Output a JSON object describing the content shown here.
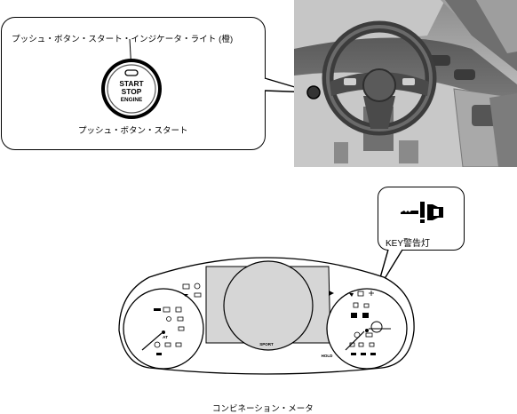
{
  "push_button": {
    "indicator_label": "プッシュ・ボタン・スタート・インジケータ・ライト (橙)",
    "caption": "プッシュ・ボタン・スタート",
    "button_text": [
      "START",
      "STOP",
      "ENGINE"
    ]
  },
  "key_warning": {
    "label": "KEY警告灯"
  },
  "cluster": {
    "caption": "コンビネーション・メータ",
    "sport_text": "SPORT",
    "hold_text": "HOLD",
    "at_text": "AT"
  },
  "icons": [
    "push-button-indicator-icon",
    "key-warning-icon",
    "steering-wheel-icon"
  ]
}
